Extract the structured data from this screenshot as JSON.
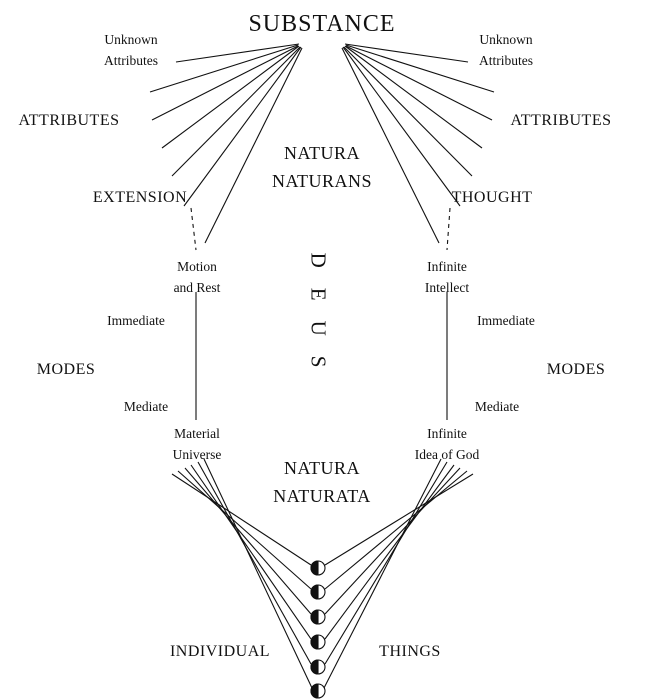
{
  "diagram": {
    "title": "SUBSTANCE",
    "natura_naturans": "NATURA\nNATURANS",
    "natura_naturata": "NATURA\nNATURATA",
    "deus": "DEUS",
    "left": {
      "unknown_attributes": "Unknown\nAttributes",
      "attributes": "ATTRIBUTES",
      "extension": "EXTENSION",
      "motion_and_rest": "Motion\nand Rest",
      "immediate": "Immediate",
      "modes": "MODES",
      "mediate": "Mediate",
      "material_universe": "Material\nUniverse"
    },
    "right": {
      "unknown_attributes": "Unknown\nAttributes",
      "attributes": "ATTRIBUTES",
      "thought": "THOUGHT",
      "infinite_intellect": "Infinite\nIntellect",
      "immediate": "Immediate",
      "modes": "MODES",
      "mediate": "Mediate",
      "infinite_idea_of_god": "Infinite\nIdea of God"
    },
    "bottom": {
      "individual": "INDIVIDUAL",
      "things": "THINGS"
    },
    "colors": {
      "line": "#111111",
      "background": "#ffffff"
    }
  }
}
